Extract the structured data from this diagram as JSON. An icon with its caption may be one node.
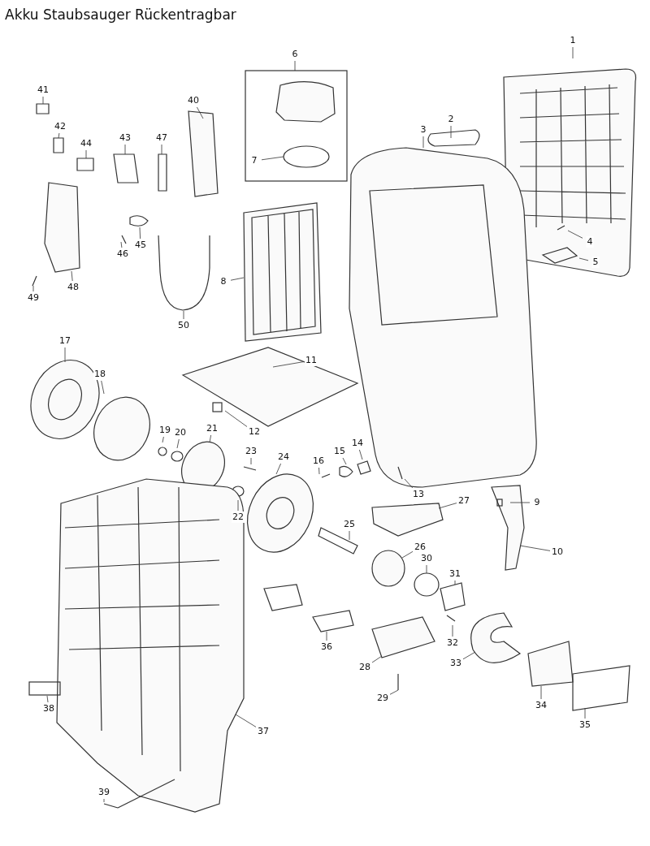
{
  "diagram": {
    "title": "Akku Staubsauger Rückentragbar",
    "nodes": [
      {
        "text": [
          "1"
        ]
      },
      {
        "text": [
          "2"
        ]
      },
      {
        "text": [
          "3"
        ]
      },
      {
        "text": [
          "4"
        ]
      },
      {
        "text": [
          "5"
        ]
      },
      {
        "text": [
          "6"
        ]
      },
      {
        "text": [
          "7"
        ]
      },
      {
        "text": [
          "8"
        ]
      },
      {
        "text": [
          "9"
        ]
      },
      {
        "text": [
          "10"
        ]
      },
      {
        "text": [
          "11"
        ]
      },
      {
        "text": [
          "12"
        ]
      },
      {
        "text": [
          "13"
        ]
      },
      {
        "text": [
          "14"
        ]
      },
      {
        "text": [
          "15"
        ]
      },
      {
        "text": [
          "16"
        ]
      },
      {
        "text": [
          "17"
        ]
      },
      {
        "text": [
          "18"
        ]
      },
      {
        "text": [
          "19"
        ]
      },
      {
        "text": [
          "20"
        ]
      },
      {
        "text": [
          "21"
        ]
      },
      {
        "text": [
          "22"
        ]
      },
      {
        "text": [
          "23"
        ]
      },
      {
        "text": [
          "24"
        ]
      },
      {
        "text": [
          "25"
        ]
      },
      {
        "text": [
          "26"
        ]
      },
      {
        "text": [
          "27"
        ]
      },
      {
        "text": [
          "28"
        ]
      },
      {
        "text": [
          "29"
        ]
      },
      {
        "text": [
          "30"
        ]
      },
      {
        "text": [
          "31"
        ]
      },
      {
        "text": [
          "32"
        ]
      },
      {
        "text": [
          "33"
        ]
      },
      {
        "text": [
          "34"
        ]
      },
      {
        "text": [
          "35"
        ]
      },
      {
        "text": [
          "36"
        ]
      },
      {
        "text": [
          "37"
        ]
      },
      {
        "text": [
          "38"
        ]
      },
      {
        "text": [
          "39"
        ]
      },
      {
        "text": [
          "40"
        ]
      },
      {
        "text": [
          "41"
        ]
      },
      {
        "text": [
          "42"
        ]
      },
      {
        "text": [
          "43"
        ]
      },
      {
        "text": [
          "44"
        ]
      },
      {
        "text": [
          "45"
        ]
      },
      {
        "text": [
          "46"
        ]
      },
      {
        "text": [
          "47"
        ]
      },
      {
        "text": [
          "48"
        ]
      },
      {
        "text": [
          "49"
        ]
      },
      {
        "text": [
          "50"
        ]
      }
    ],
    "edges": [
      {
        "from": 0,
        "to": null,
        "arrow": "none"
      },
      {
        "from": 1,
        "to": null,
        "arrow": "none"
      },
      {
        "from": 2,
        "to": null,
        "arrow": "none"
      },
      {
        "from": 3,
        "to": null,
        "arrow": "none"
      },
      {
        "from": 4,
        "to": null,
        "arrow": "none"
      },
      {
        "from": 5,
        "to": null,
        "arrow": "none"
      },
      {
        "from": 6,
        "to": null,
        "arrow": "none"
      },
      {
        "from": 7,
        "to": null,
        "arrow": "none"
      },
      {
        "from": 8,
        "to": null,
        "arrow": "none"
      },
      {
        "from": 9,
        "to": null,
        "arrow": "none"
      },
      {
        "from": 10,
        "to": null,
        "arrow": "none"
      },
      {
        "from": 11,
        "to": null,
        "arrow": "none"
      },
      {
        "from": 12,
        "to": null,
        "arrow": "none"
      },
      {
        "from": 13,
        "to": null,
        "arrow": "none"
      },
      {
        "from": 14,
        "to": null,
        "arrow": "none"
      },
      {
        "from": 15,
        "to": null,
        "arrow": "none"
      },
      {
        "from": 16,
        "to": null,
        "arrow": "none"
      },
      {
        "from": 17,
        "to": null,
        "arrow": "none"
      },
      {
        "from": 18,
        "to": null,
        "arrow": "none"
      },
      {
        "from": 19,
        "to": null,
        "arrow": "none"
      },
      {
        "from": 20,
        "to": null,
        "arrow": "none"
      },
      {
        "from": 21,
        "to": null,
        "arrow": "none"
      },
      {
        "from": 22,
        "to": null,
        "arrow": "none"
      },
      {
        "from": 23,
        "to": null,
        "arrow": "none"
      },
      {
        "from": 24,
        "to": null,
        "arrow": "none"
      },
      {
        "from": 25,
        "to": null,
        "arrow": "none"
      },
      {
        "from": 26,
        "to": null,
        "arrow": "none"
      },
      {
        "from": 27,
        "to": null,
        "arrow": "none"
      },
      {
        "from": 28,
        "to": null,
        "arrow": "none"
      },
      {
        "from": 29,
        "to": null,
        "arrow": "none"
      },
      {
        "from": 30,
        "to": null,
        "arrow": "none"
      },
      {
        "from": 31,
        "to": null,
        "arrow": "none"
      },
      {
        "from": 32,
        "to": null,
        "arrow": "none"
      },
      {
        "from": 33,
        "to": null,
        "arrow": "none"
      },
      {
        "from": 34,
        "to": null,
        "arrow": "none"
      },
      {
        "from": 35,
        "to": null,
        "arrow": "none"
      },
      {
        "from": 36,
        "to": null,
        "arrow": "none"
      },
      {
        "from": 37,
        "to": null,
        "arrow": "none"
      },
      {
        "from": 38,
        "to": null,
        "arrow": "none"
      },
      {
        "from": 39,
        "to": null,
        "arrow": "none"
      },
      {
        "from": 40,
        "to": null,
        "arrow": "none"
      },
      {
        "from": 41,
        "to": null,
        "arrow": "none"
      },
      {
        "from": 42,
        "to": null,
        "arrow": "none"
      },
      {
        "from": 43,
        "to": null,
        "arrow": "none"
      },
      {
        "from": 44,
        "to": null,
        "arrow": "none"
      },
      {
        "from": 45,
        "to": null,
        "arrow": "none"
      },
      {
        "from": 46,
        "to": null,
        "arrow": "none"
      },
      {
        "from": 47,
        "to": null,
        "arrow": "none"
      },
      {
        "from": 48,
        "to": null,
        "arrow": "none"
      },
      {
        "from": 49,
        "to": null,
        "arrow": "none"
      }
    ]
  }
}
